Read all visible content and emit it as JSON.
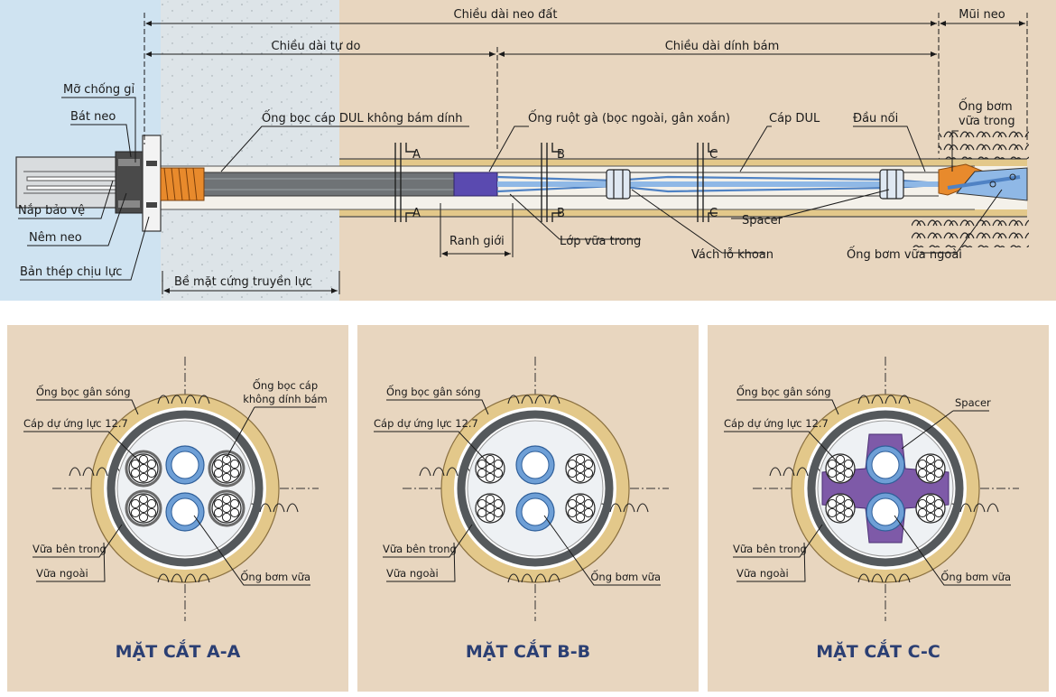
{
  "top": {
    "dims": {
      "anchor_length": "Chiều dài neo đất",
      "tip": "Mũi neo",
      "free_length": "Chiều dài tự do",
      "bond_length": "Chiều dài dính bám"
    },
    "labels": {
      "rust_grease": "Mỡ chống gỉ",
      "anchor_plate": "Bát neo",
      "protective_cap": "Nắp bảo vệ",
      "wedge": "Nêm neo",
      "bearing_plate": "Bản thép chịu lực",
      "unbonded_sheath": "Ống bọc cáp DUL không bám dính",
      "rigid_surface": "Bề mặt cứng truyền lực",
      "corrugated_duct": "Ống ruột gà (bọc ngoài, gân xoắn)",
      "dul_cable": "Cáp DUL",
      "connector": "Đầu nối",
      "inner_grout_pipe": "Ống bơm\nvữa trong",
      "boundary": "Ranh giới",
      "inner_grout_layer": "Lớp vữa trong",
      "spacer": "Spacer",
      "borehole_wall": "Vách lỗ khoan",
      "outer_grout_pipe": "Ống bơm vữa ngoài"
    },
    "section_marks": [
      "A",
      "A",
      "B",
      "B",
      "C",
      "C"
    ]
  },
  "sections": [
    {
      "title": "MẶT CẮT A-A",
      "labels": {
        "corrugated": "Ống bọc gân sóng",
        "strand": "Cáp dự ứng lực 12.7",
        "sheath": "Ống bọc cáp\nkhông dính bám",
        "inner_grout": "Vữa bên trong",
        "outer_grout": "Vữa ngoài",
        "grout_pipe": "Ống bơm vữa"
      }
    },
    {
      "title": "MẶT CẮT B-B",
      "labels": {
        "corrugated": "Ống bọc gân sóng",
        "strand": "Cáp dự ứng lực 12.7",
        "inner_grout": "Vữa bên trong",
        "outer_grout": "Vữa ngoài",
        "grout_pipe": "Ống bơm vữa"
      }
    },
    {
      "title": "MẶT CẮT C-C",
      "labels": {
        "corrugated": "Ống bọc gân sóng",
        "strand": "Cáp dự ứng lực 12.7",
        "spacer": "Spacer",
        "inner_grout": "Vữa bên trong",
        "outer_grout": "Vữa ngoài",
        "grout_pipe": "Ống bơm vữa"
      }
    }
  ],
  "colors": {
    "soil": "#e8d6bf",
    "wall_blue": "#cfe3f1",
    "concrete": "#e0e6ea",
    "grout_outer": "#e3c88a",
    "duct_dark": "#55595c",
    "cable_blue": "#6e9fd6",
    "spacer_purple": "#7e5aa8",
    "orange": "#e88a2c",
    "title_blue": "#2b3f73"
  }
}
